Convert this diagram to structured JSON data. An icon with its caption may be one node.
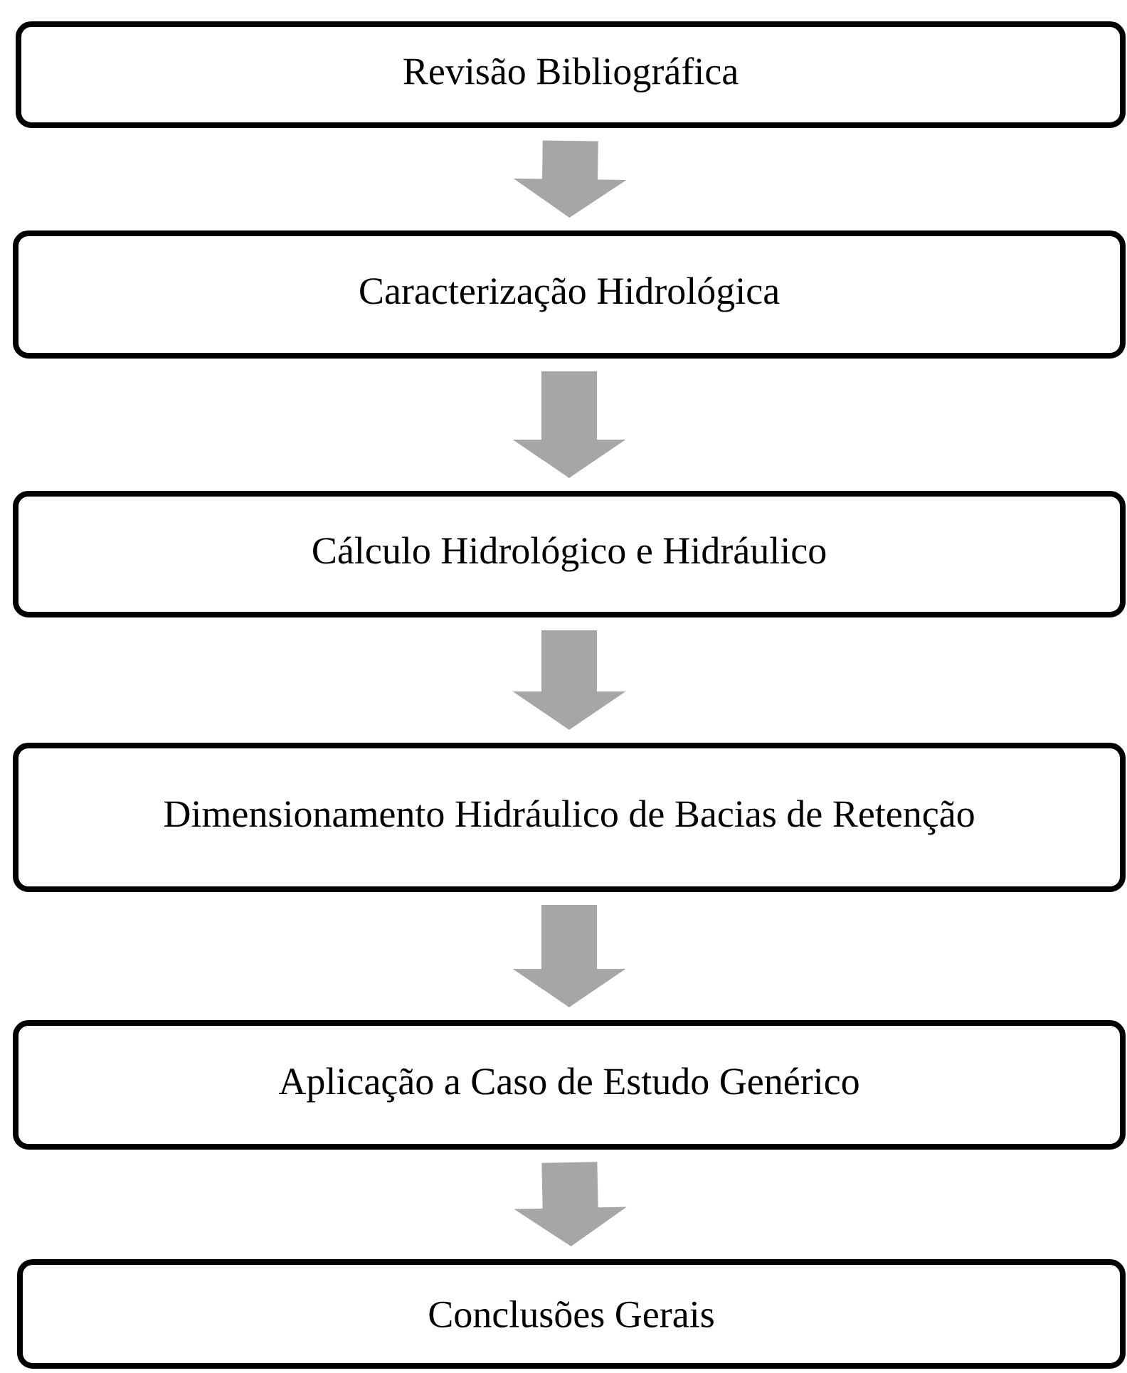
{
  "diagram": {
    "nodes": [
      {
        "text": [
          "Revisão Bibliográfica"
        ]
      },
      {
        "text": [
          "Caracterização Hidrológica"
        ]
      },
      {
        "text": [
          "Cálculo Hidrológico e Hidráulico"
        ]
      },
      {
        "text": [
          "Dimensionamento Hidráulico de Bacias de Retenção"
        ]
      },
      {
        "text": [
          "Aplicação a Caso de Estudo Genérico"
        ]
      },
      {
        "text": [
          "Conclusões Gerais"
        ]
      }
    ],
    "edges": [
      {
        "from": 0,
        "to": 1,
        "arrow": "to"
      },
      {
        "from": 1,
        "to": 2,
        "arrow": "to"
      },
      {
        "from": 2,
        "to": 3,
        "arrow": "to"
      },
      {
        "from": 3,
        "to": 4,
        "arrow": "to"
      },
      {
        "from": 4,
        "to": 5,
        "arrow": "to"
      }
    ]
  }
}
